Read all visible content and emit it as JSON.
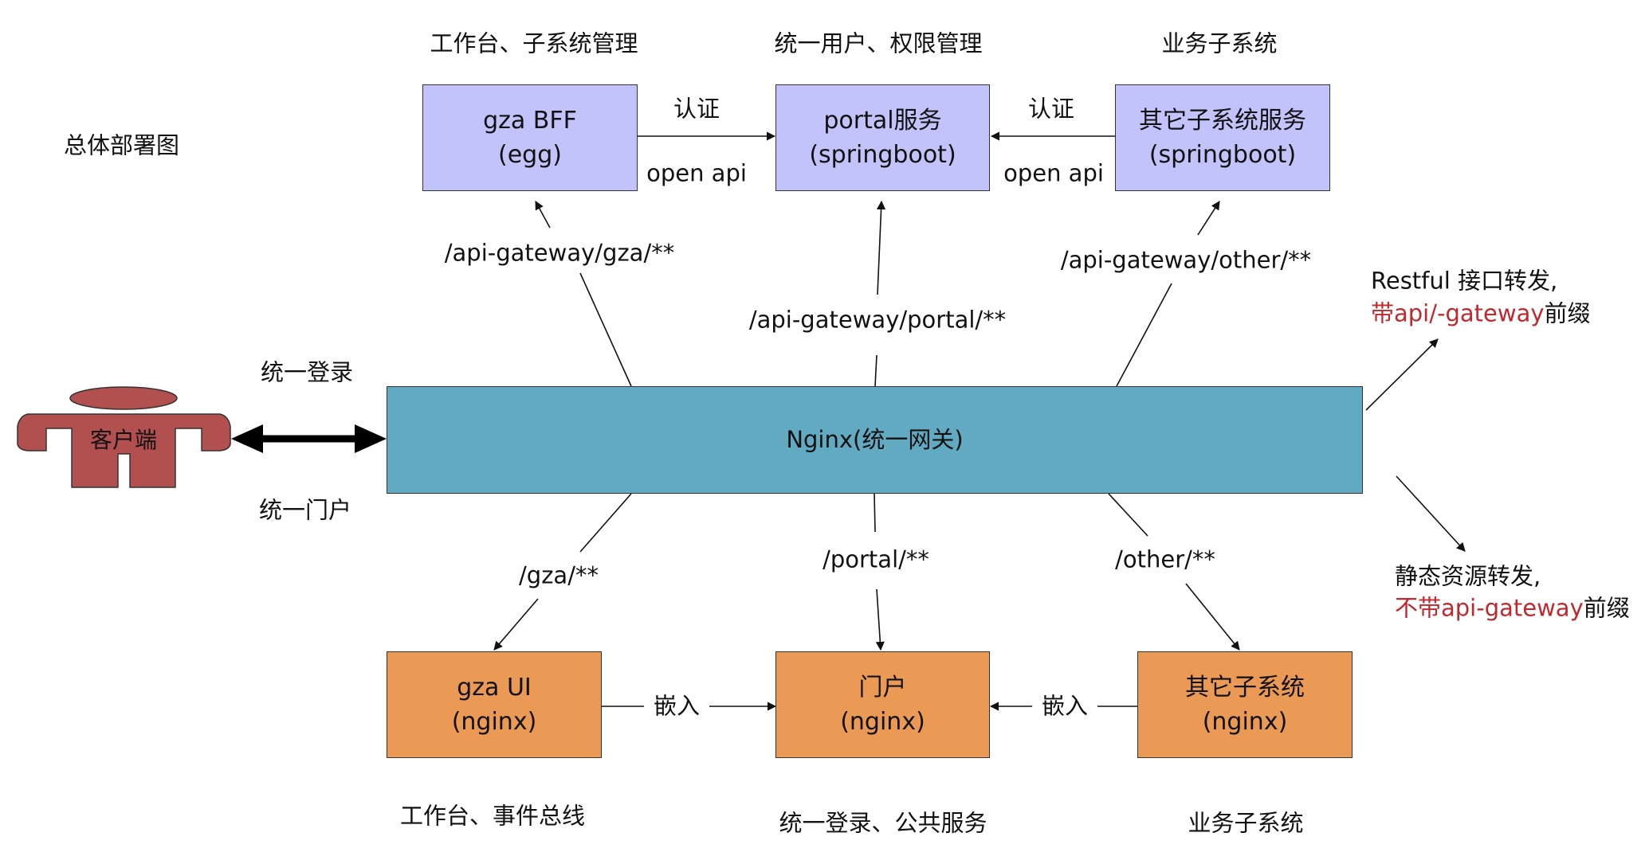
{
  "diagram": {
    "title": "总体部署图",
    "client": {
      "label": "客户端",
      "login_label": "统一登录",
      "portal_label": "统一门户"
    },
    "gateway": {
      "label": "Nginx(统一网关)"
    },
    "top_boxes": {
      "gza_bff": {
        "line1": "gza BFF",
        "line2": "(egg)",
        "caption": "工作台、子系统管理"
      },
      "portal": {
        "line1": "portal服务",
        "line2": "(springboot)",
        "caption": "统一用户、权限管理"
      },
      "other": {
        "line1": "其它子系统服务",
        "line2": "(springboot)",
        "caption": "业务子系统"
      }
    },
    "bottom_boxes": {
      "gza_ui": {
        "line1": "gza UI",
        "line2": "(nginx)",
        "caption": "工作台、事件总线"
      },
      "portal_ui": {
        "line1": "门户",
        "line2": "(nginx)",
        "caption": "统一登录、公共服务"
      },
      "other_ui": {
        "line1": "其它子系统",
        "line2": "(nginx)",
        "caption": "业务子系统"
      }
    },
    "top_links": {
      "auth_left": "认证",
      "openapi_left": "open api",
      "auth_right": "认证",
      "openapi_right": "open api"
    },
    "bottom_links": {
      "embed_left": "嵌入",
      "embed_right": "嵌入"
    },
    "routes": {
      "api_gza": "/api-gateway/gza/**",
      "api_portal": "/api-gateway/portal/**",
      "api_other": "/api-gateway/other/**",
      "gza": "/gza/**",
      "portal": "/portal/**",
      "other": "/other/**"
    },
    "notes": {
      "restful_line1": "Restful 接口转发,",
      "restful_line2_red": "带api/-gateway",
      "restful_line2_rest": "前缀",
      "static_line1": "静态资源转发,",
      "static_line2_red": "不带api-gateway",
      "static_line2_rest": "前缀"
    },
    "colors": {
      "purple_box": "#c3c3fb",
      "orange_box": "#eb9a55",
      "gateway": "#62a9c2",
      "client": "#b24f4f",
      "note_red": "#c0282d"
    }
  }
}
